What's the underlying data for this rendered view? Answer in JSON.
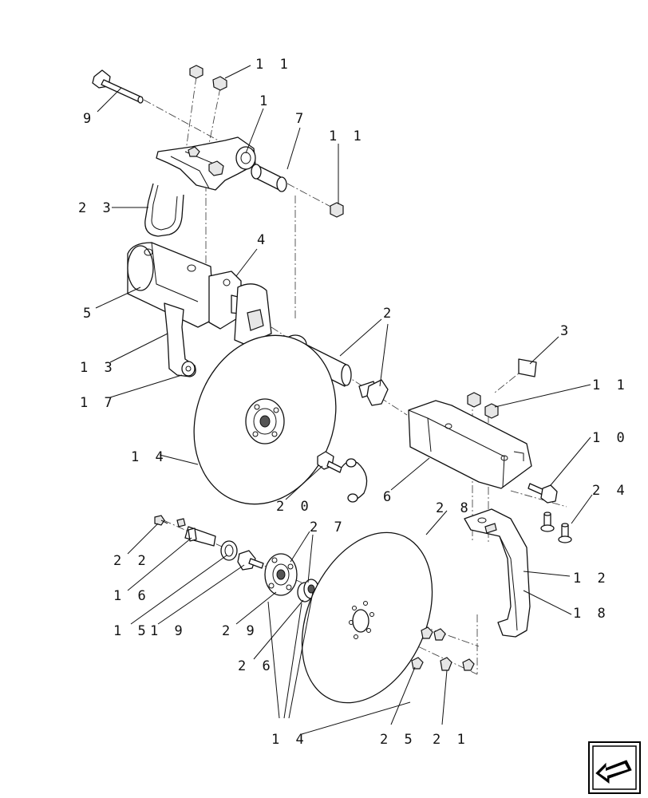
{
  "callouts": [
    {
      "id": "c-11-a",
      "text": "1 1"
    },
    {
      "id": "c-1",
      "text": "1"
    },
    {
      "id": "c-9",
      "text": "9"
    },
    {
      "id": "c-7",
      "text": "7"
    },
    {
      "id": "c-11-b",
      "text": "1 1"
    },
    {
      "id": "c-23",
      "text": "2 3"
    },
    {
      "id": "c-4",
      "text": "4"
    },
    {
      "id": "c-5",
      "text": "5"
    },
    {
      "id": "c-2",
      "text": "2"
    },
    {
      "id": "c-3",
      "text": "3"
    },
    {
      "id": "c-13",
      "text": "1 3"
    },
    {
      "id": "c-17",
      "text": "1 7"
    },
    {
      "id": "c-11-c",
      "text": "1 1"
    },
    {
      "id": "c-10",
      "text": "1 0"
    },
    {
      "id": "c-14-a",
      "text": "1 4"
    },
    {
      "id": "c-6",
      "text": "6"
    },
    {
      "id": "c-24",
      "text": "2 4"
    },
    {
      "id": "c-20",
      "text": "2 0"
    },
    {
      "id": "c-28",
      "text": "2 8"
    },
    {
      "id": "c-27",
      "text": "2 7"
    },
    {
      "id": "c-22",
      "text": "2 2"
    },
    {
      "id": "c-12",
      "text": "1 2"
    },
    {
      "id": "c-16",
      "text": "1 6"
    },
    {
      "id": "c-18",
      "text": "1 8"
    },
    {
      "id": "c-15",
      "text": "1 5"
    },
    {
      "id": "c-19",
      "text": "1 9"
    },
    {
      "id": "c-29",
      "text": "2 9"
    },
    {
      "id": "c-26",
      "text": "2 6"
    },
    {
      "id": "c-14-b",
      "text": "1 4"
    },
    {
      "id": "c-25",
      "text": "2 5"
    },
    {
      "id": "c-21",
      "text": "2 1"
    }
  ],
  "nav_icon": "previous-page-arrow-icon"
}
